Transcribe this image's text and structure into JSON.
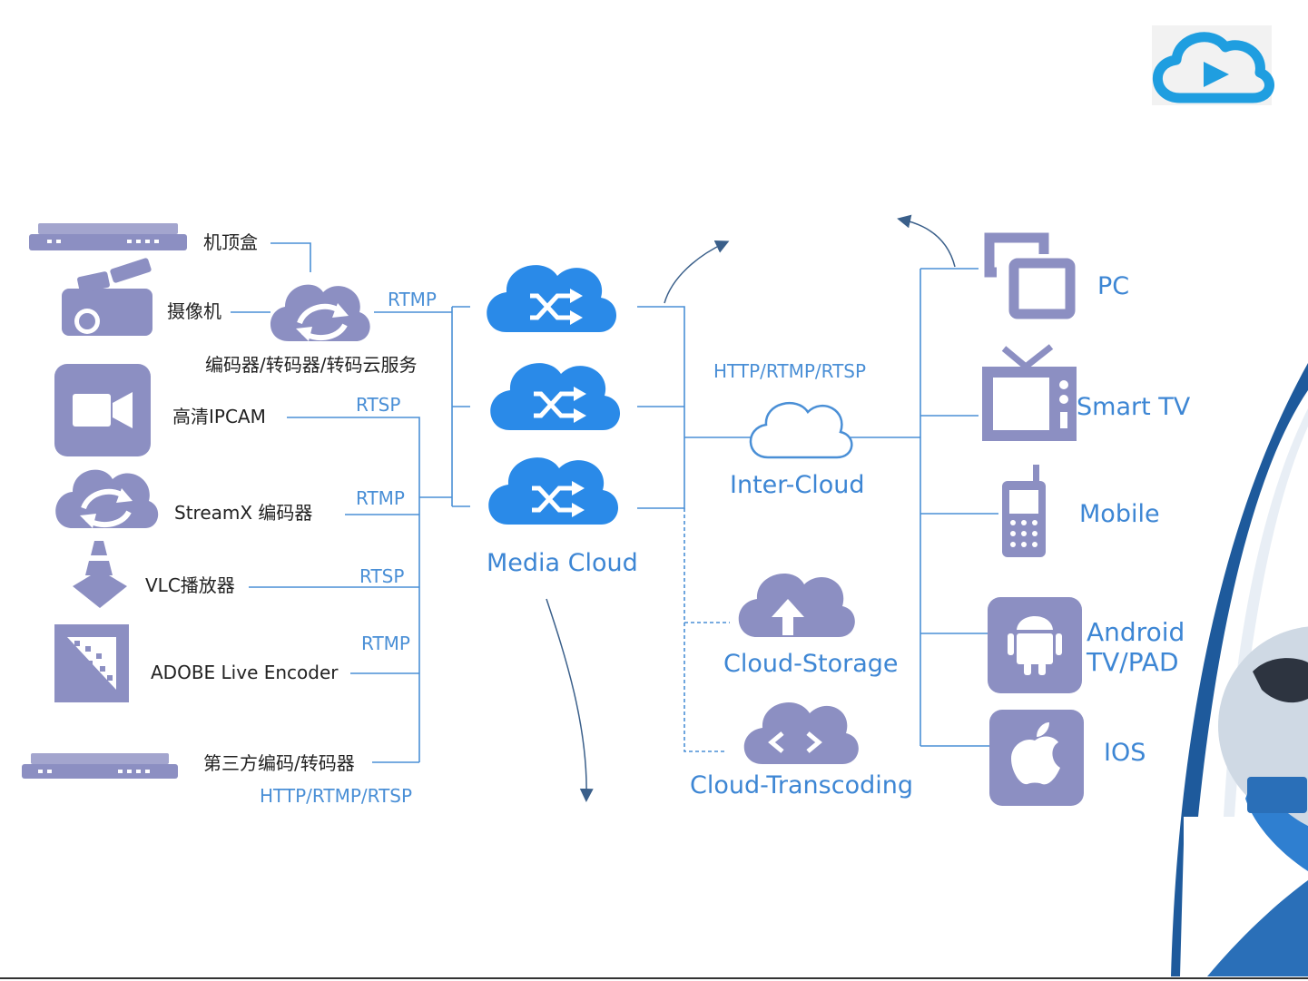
{
  "colors": {
    "accent_blue": "#2a8ae8",
    "device_purple": "#8c8fc2",
    "line_blue": "#4a8fd6",
    "label_blue": "#3d86d4"
  },
  "logo": {
    "icon": "cloud-play-icon"
  },
  "sources": {
    "set_top_box": "机顶盒",
    "camera": "摄像机",
    "encoder_cloud": "编码器/转码器/转码云服务",
    "ipcam": "高清IPCAM",
    "streamx": "StreamX 编码器",
    "vlc": "VLC播放器",
    "adobe": "ADOBE Live Encoder",
    "third_party": "第三方编码/转码器"
  },
  "protocols": {
    "rtmp_top": "RTMP",
    "rtsp_ipcam": "RTSP",
    "rtmp_streamx": "RTMP",
    "rtsp_vlc": "RTSP",
    "rtmp_adobe": "RTMP",
    "third_party_protocols": "HTTP/RTMP/RTSP",
    "output_protocols": "HTTP/RTMP/RTSP"
  },
  "center": {
    "media_cloud": "Media Cloud",
    "inter_cloud": "Inter-Cloud",
    "cloud_storage": "Cloud-Storage",
    "cloud_transcoding": "Cloud-Transcoding"
  },
  "clients": {
    "pc": "PC",
    "smart_tv": "Smart TV",
    "mobile": "Mobile",
    "android": "Android\nTV/PAD",
    "ios": "IOS"
  }
}
